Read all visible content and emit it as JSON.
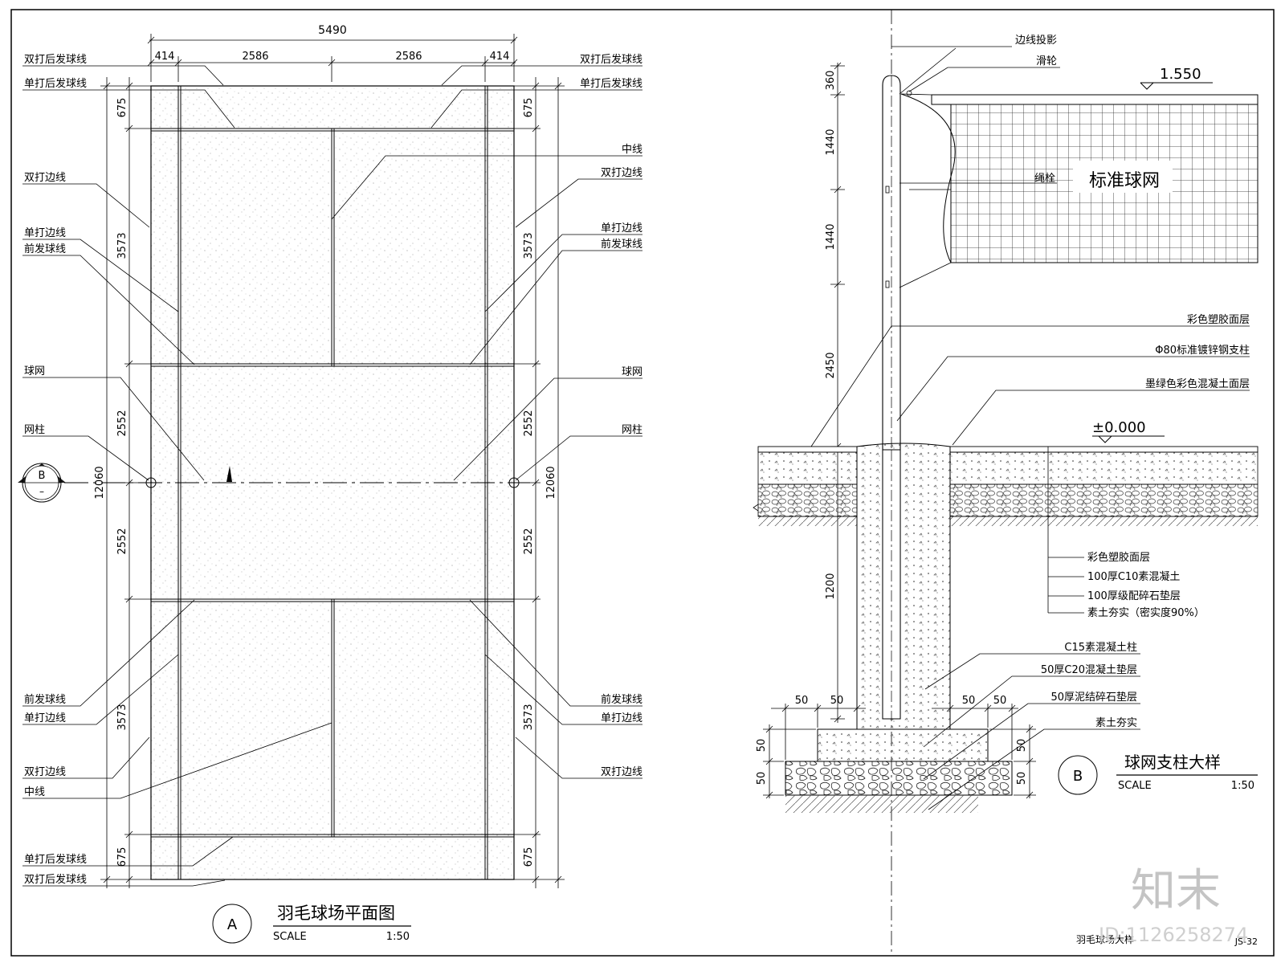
{
  "plan": {
    "dims": {
      "total": "5490",
      "side_l": "414",
      "half_l": "2586",
      "half_r": "2586",
      "side_r": "414",
      "overall_h": "12060",
      "seg_675": "675",
      "seg_3573": "3573",
      "seg_2552": "2552"
    },
    "labels_left": [
      "双打后发球线",
      "单打后发球线",
      "双打边线",
      "单打边线",
      "前发球线",
      "球网",
      "网柱",
      "前发球线",
      "单打边线",
      "双打边线",
      "中线",
      "单打后发球线",
      "双打后发球线"
    ],
    "labels_right": [
      "双打后发球线",
      "单打后发球线",
      "中线",
      "双打边线",
      "单打边线",
      "前发球线",
      "球网",
      "网柱",
      "前发球线",
      "单打边线",
      "双打边线"
    ],
    "section_mark": {
      "letter": "B",
      "sub": "–"
    },
    "title": {
      "circle": "A",
      "name": "羽毛球场平面图",
      "scale_word": "SCALE",
      "scale": "1:50"
    }
  },
  "detail": {
    "top_labels": [
      "边线投影",
      "滑轮"
    ],
    "elev_top": "1.550",
    "elev_zero": "±0.000",
    "net_label": "绳栓",
    "net_title": "标准球网",
    "right_labels": [
      "彩色塑胶面层",
      "Φ80标准镀锌钢支柱",
      "墨绿色彩色混凝土面层"
    ],
    "layers": [
      "彩色塑胶面层",
      "100厚C10素混凝土",
      "100厚级配碎石垫层",
      "素土夯实（密实度90%）"
    ],
    "base_labels": [
      "C15素混凝土柱",
      "50厚C20混凝土垫层",
      "50厚泥结碎石垫层",
      "素土夯实"
    ],
    "vdims": [
      "360",
      "1440",
      "1440",
      "2450",
      "1200",
      "50",
      "50",
      "50",
      "50"
    ],
    "hdims": [
      "50",
      "50",
      "50",
      "50"
    ],
    "title": {
      "circle": "B",
      "name": "球网支柱大样",
      "scale_word": "SCALE",
      "scale": "1:50"
    }
  },
  "footer": {
    "sheet_title": "羽毛球场大样",
    "sheet_no": "JS-32",
    "brand": "知末",
    "id": "ID:1126258274"
  }
}
